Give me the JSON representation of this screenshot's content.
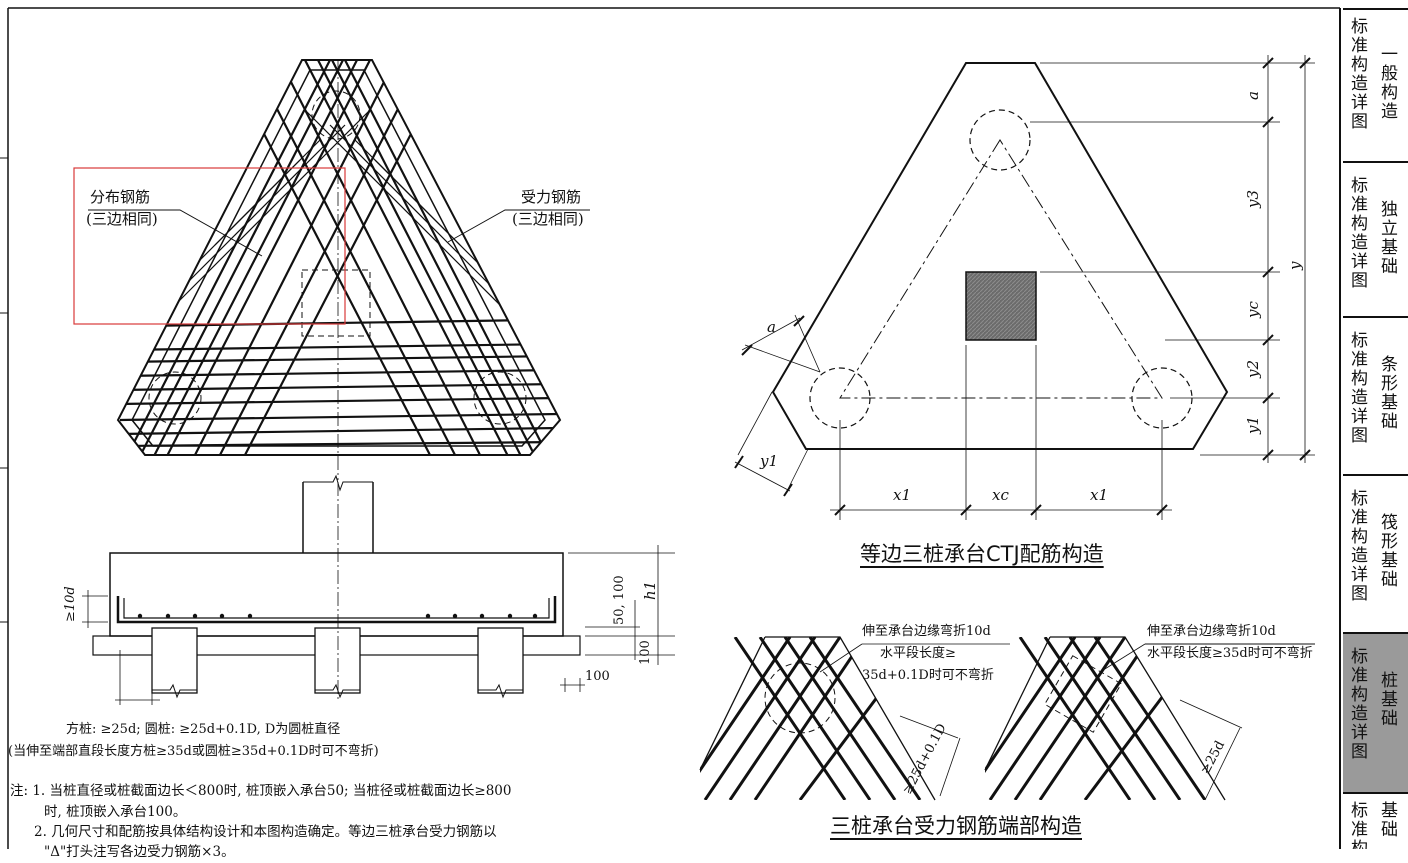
{
  "plan": {
    "label_distribution": [
      "分布钢筋",
      "(三边相同)"
    ],
    "label_stressed": [
      "受力钢筋",
      "(三边相同)"
    ]
  },
  "section": {
    "dim_10d": "≥10d",
    "dim_50_100": "50, 100",
    "dim_h1": "h1",
    "dim_100_left": "100",
    "dim_100_right": "100",
    "note_line1": "方桩: ≥25d; 圆桩: ≥25d+0.1D, D为圆桩直径",
    "note_line2": "(当伸至端部直段长度方桩≥35d或圆桩≥35d+0.1D时可不弯折)"
  },
  "notes": [
    "注: 1. 当桩直径或桩截面边长＜800时, 桩顶嵌入承台50; 当桩径或桩截面边长≥800",
    "时, 桩顶嵌入承台100。",
    "2. 几何尺寸和配筋按具体结构设计和本图构造确定。等边三桩承台受力钢筋以",
    "\"Δ\"打头注写各边受力钢筋×3。"
  ],
  "equilateral": {
    "title": "等边三桩承台CTJ配筋构造",
    "dims_right": [
      "a",
      "y3",
      "yc",
      "y2",
      "y1",
      "y"
    ],
    "dims_bottom": [
      "x1",
      "xc",
      "x1"
    ],
    "dim_a_left": "a",
    "dim_y1_left": "y1"
  },
  "end_detail": {
    "title": "三桩承台受力钢筋端部构造",
    "left_label": [
      "伸至承台边缘弯折10d",
      "水平段长度≥",
      "35d+0.1D时可不弯折"
    ],
    "left_dim": "≥25d+0.1D",
    "right_label": [
      "伸至承台边缘弯折10d",
      "水平段长度≥35d时可不弯折"
    ],
    "right_dim": "≥25d"
  },
  "sidebar": [
    {
      "left": "标准构造详图",
      "right": "一般构造",
      "active": false
    },
    {
      "left": "标准构造详图",
      "right": "独立基础",
      "active": false
    },
    {
      "left": "标准构造详图",
      "right": "条形基础",
      "active": false
    },
    {
      "left": "标准构造详图",
      "right": "筏形基础",
      "active": false
    },
    {
      "left": "标准构造详图",
      "right": "桩基础",
      "active": true
    },
    {
      "left": "标准构",
      "right": "基础",
      "active": false
    }
  ],
  "colors": {
    "ink": "#111111",
    "highlight": "#d93a3a",
    "active_tab": "#9a9a9a"
  }
}
